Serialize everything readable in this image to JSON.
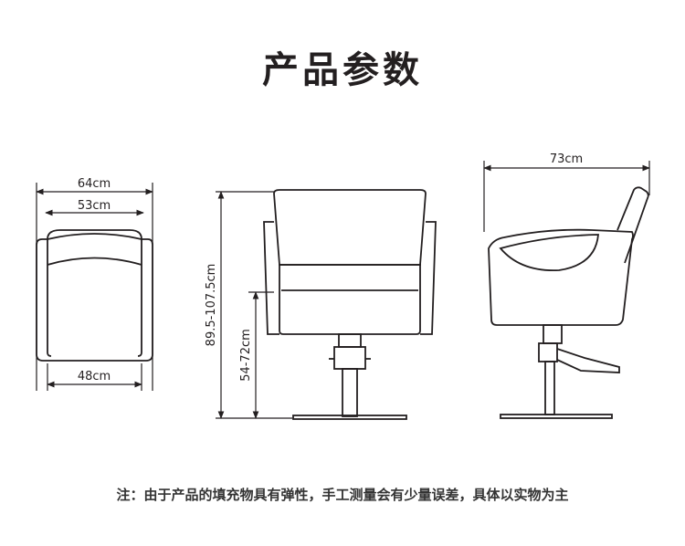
{
  "title": "产品参数",
  "note": "注：由于产品的填充物具有弹性，手工测量会有少量误差，具体以实物为主",
  "dimensions": {
    "top_outer_width": "64cm",
    "top_inner_width": "53cm",
    "seat_width": "48cm",
    "total_height": "89.5-107.5cm",
    "seat_height": "54-72cm",
    "depth": "73cm"
  }
}
